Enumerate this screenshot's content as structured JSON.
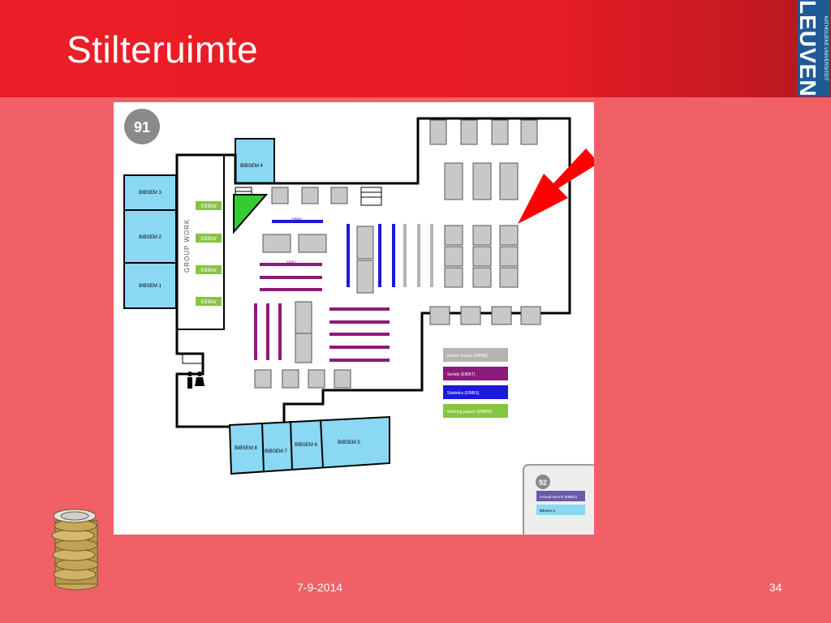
{
  "slide": {
    "title": "Stilteruimte",
    "date": "7-9-2014",
    "page_number": "34"
  },
  "logo": {
    "main": "LEUVEN",
    "sub": "KATHOLIEKE UNIVERSITEIT"
  },
  "floor_plan": {
    "floor_badge": "91",
    "group_work_label": "GROUP WORK",
    "rooms": [
      "BIBSEM 4",
      "BIBSEM 3",
      "BIBSEM 2",
      "BIBSEM 1",
      "BIBSEM 8",
      "BIBSEM 7",
      "BIBSEM 6",
      "BIBSEM 5"
    ],
    "group_work_tags": [
      "EBIBW",
      "EBIBW",
      "EBIBW",
      "EBIBW"
    ],
    "shelf_labels": {
      "statistics": "EBIBS",
      "serials": "EBIBT"
    },
    "legend": [
      {
        "label": "Master theses (EBIBE)",
        "color": "#b4b4b4"
      },
      {
        "label": "Serials (EBIBT)",
        "color": "#8c1a7a"
      },
      {
        "label": "Statistics (EBIBS)",
        "color": "#1a1ad8"
      },
      {
        "label": "Working papers (EBIBW)",
        "color": "#86c540"
      }
    ],
    "inset": {
      "badge": "92",
      "items": [
        {
          "label": "Annual reports (EBIBJ)",
          "color": "#6a5aa8"
        },
        {
          "label": "Bibsem 4",
          "color": "#8ad8f4"
        }
      ]
    }
  },
  "colors": {
    "header_red": "#e81c26",
    "background": "#f06066",
    "arrow": "#ff0000",
    "room_blue": "#8ad8f4",
    "silent_area": "#33cc33"
  }
}
